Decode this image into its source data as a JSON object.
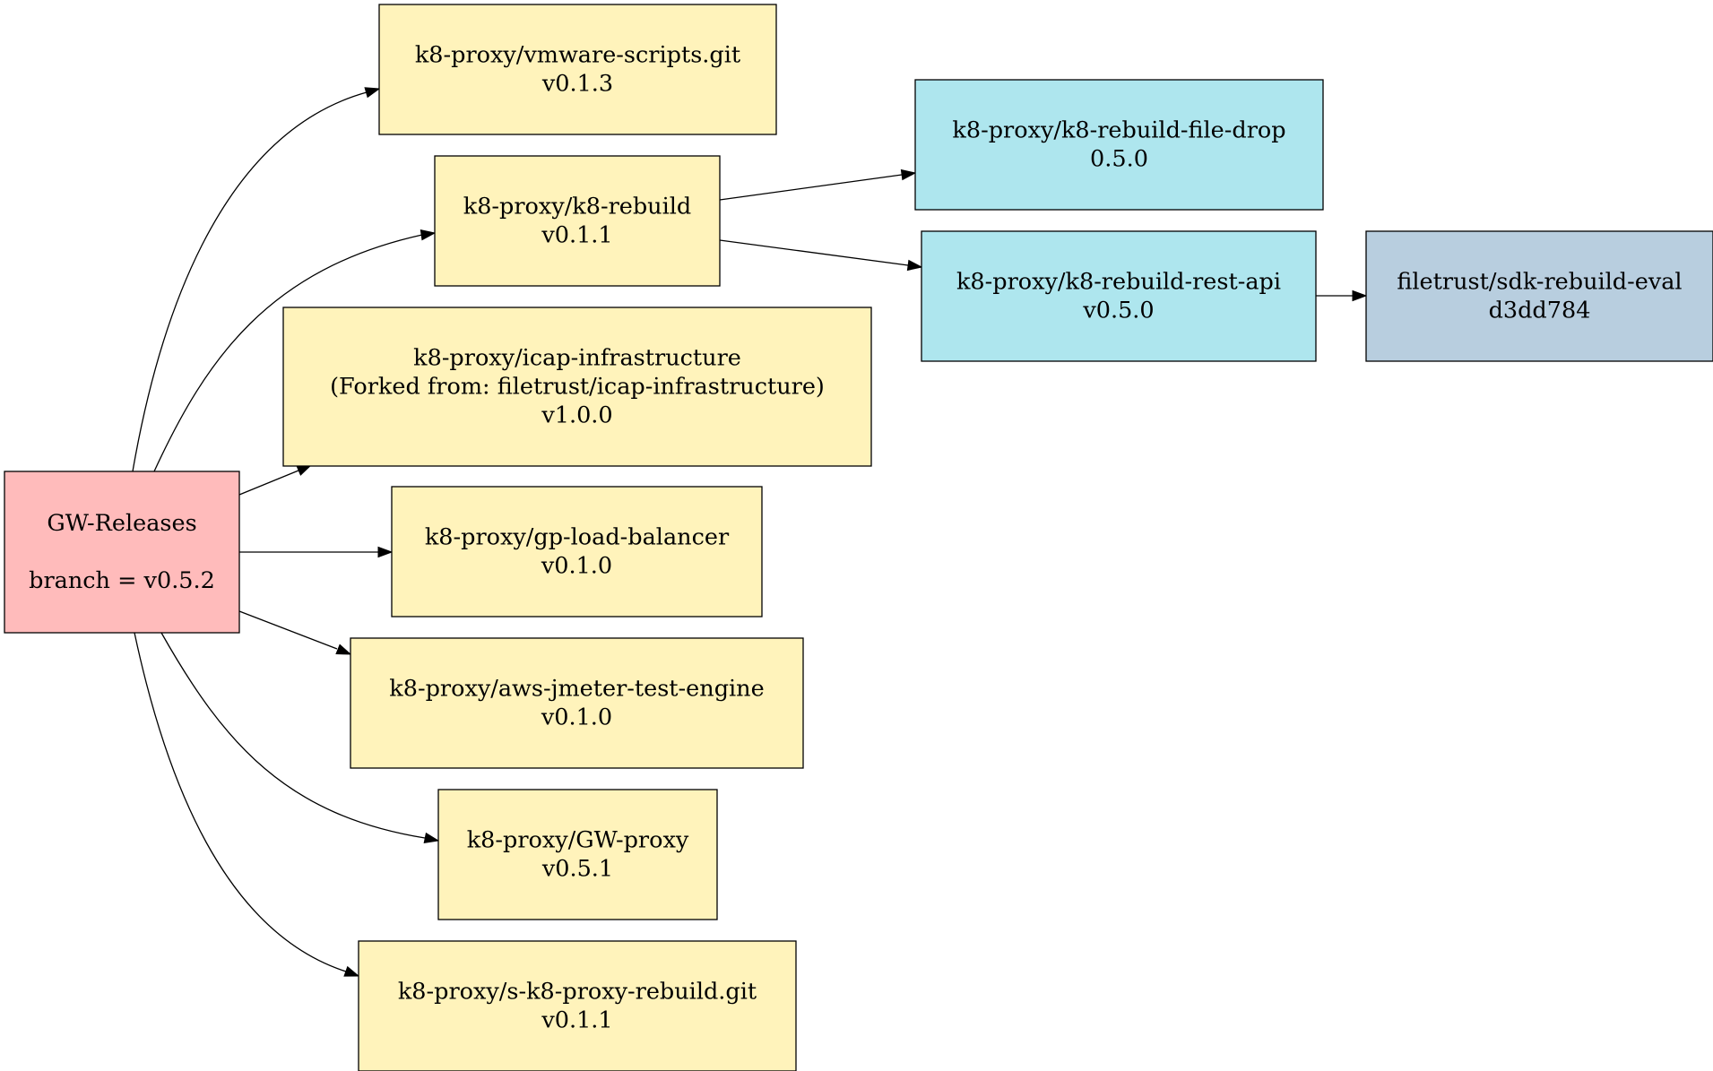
{
  "colors": {
    "root": "#ffbbbb",
    "repo": "#fff3bb",
    "dependency": "#aee6ee",
    "upstream": "#b8cedf",
    "line": "#000000",
    "background": "#ffffff"
  },
  "nodes": [
    {
      "id": "gw-releases",
      "kind": "root",
      "lines": [
        "GW-Releases",
        "",
        "branch = v0.5.2"
      ]
    },
    {
      "id": "vmware-scripts",
      "kind": "repo",
      "lines": [
        "k8-proxy/vmware-scripts.git",
        "v0.1.3"
      ]
    },
    {
      "id": "k8-rebuild",
      "kind": "repo",
      "lines": [
        "k8-proxy/k8-rebuild",
        "v0.1.1"
      ]
    },
    {
      "id": "icap-infrastructure",
      "kind": "repo",
      "lines": [
        "k8-proxy/icap-infrastructure",
        "(Forked from: filetrust/icap-infrastructure)",
        "v1.0.0"
      ]
    },
    {
      "id": "gp-load-balancer",
      "kind": "repo",
      "lines": [
        "k8-proxy/gp-load-balancer",
        "v0.1.0"
      ]
    },
    {
      "id": "aws-jmeter-test-engine",
      "kind": "repo",
      "lines": [
        "k8-proxy/aws-jmeter-test-engine",
        "v0.1.0"
      ]
    },
    {
      "id": "gw-proxy",
      "kind": "repo",
      "lines": [
        "k8-proxy/GW-proxy",
        "v0.5.1"
      ]
    },
    {
      "id": "s-k8-proxy-rebuild",
      "kind": "repo",
      "lines": [
        "k8-proxy/s-k8-proxy-rebuild.git",
        "v0.1.1"
      ]
    },
    {
      "id": "k8-rebuild-file-drop",
      "kind": "dependency",
      "lines": [
        "k8-proxy/k8-rebuild-file-drop",
        "0.5.0"
      ]
    },
    {
      "id": "k8-rebuild-rest-api",
      "kind": "dependency",
      "lines": [
        "k8-proxy/k8-rebuild-rest-api",
        "v0.5.0"
      ]
    },
    {
      "id": "sdk-rebuild-eval",
      "kind": "upstream",
      "lines": [
        "filetrust/sdk-rebuild-eval",
        "d3dd784"
      ]
    }
  ],
  "edges": [
    {
      "from": "gw-releases",
      "to": "vmware-scripts"
    },
    {
      "from": "gw-releases",
      "to": "k8-rebuild"
    },
    {
      "from": "gw-releases",
      "to": "icap-infrastructure"
    },
    {
      "from": "gw-releases",
      "to": "gp-load-balancer"
    },
    {
      "from": "gw-releases",
      "to": "aws-jmeter-test-engine"
    },
    {
      "from": "gw-releases",
      "to": "gw-proxy"
    },
    {
      "from": "gw-releases",
      "to": "s-k8-proxy-rebuild"
    },
    {
      "from": "k8-rebuild",
      "to": "k8-rebuild-file-drop"
    },
    {
      "from": "k8-rebuild",
      "to": "k8-rebuild-rest-api"
    },
    {
      "from": "k8-rebuild-rest-api",
      "to": "sdk-rebuild-eval"
    }
  ]
}
